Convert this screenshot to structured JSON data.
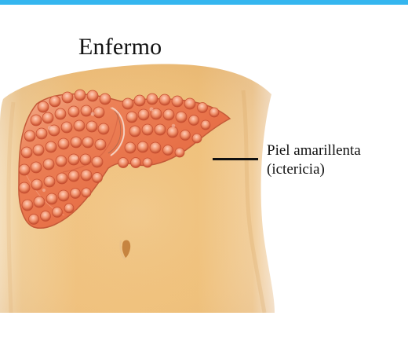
{
  "title": "Enfermo",
  "annotation": {
    "line1": "Piel amarillenta",
    "line2": "(ictericia)"
  },
  "colors": {
    "top_bar": "#35b6ef",
    "skin": "#f0c27f",
    "skin_shadow": "#d79d54",
    "liver": "#e86f45",
    "liver_dark": "#c94a2b"
  },
  "icons": [
    "torso-illustration",
    "liver-icon"
  ]
}
